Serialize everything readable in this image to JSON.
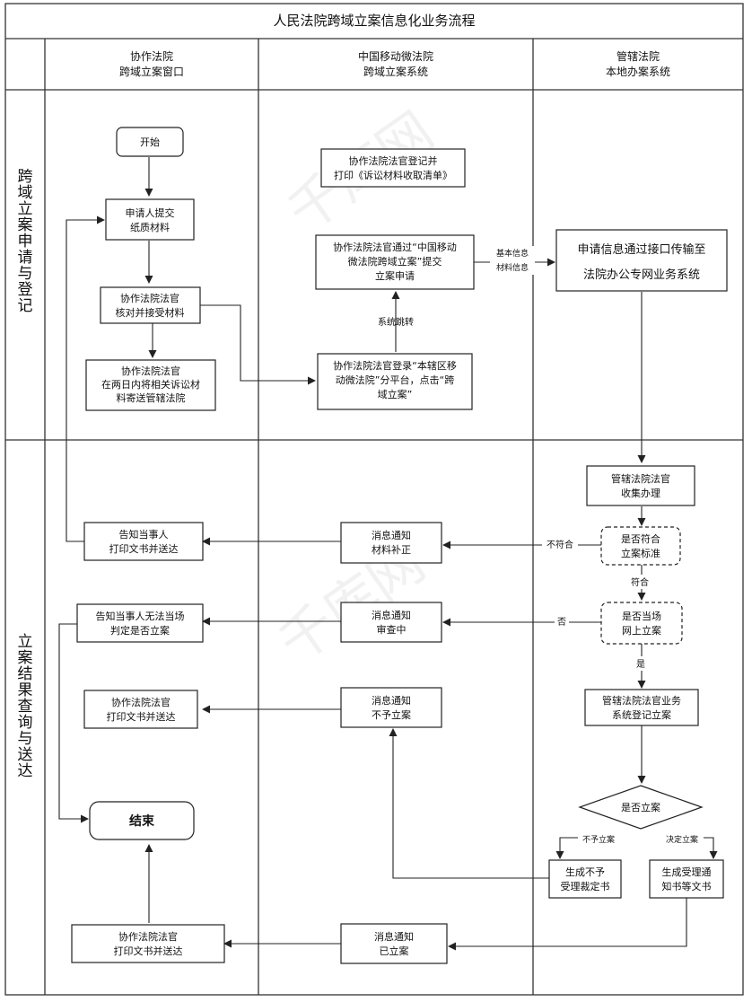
{
  "title": "人民法院跨域立案信息化业务流程",
  "lanes": [
    {
      "line1": "协作法院",
      "line2": "跨域立案窗口"
    },
    {
      "line1": "中国移动微法院",
      "line2": "跨域立案系统"
    },
    {
      "line1": "管辖法院",
      "line2": "本地办案系统"
    }
  ],
  "phases": {
    "phase1": [
      "跨",
      "域",
      "立",
      "案",
      "申",
      "请",
      "与",
      "登",
      "记"
    ],
    "phase2": [
      "立",
      "案",
      "结",
      "果",
      "查",
      "询",
      "与",
      "送",
      "达"
    ]
  },
  "nodes": {
    "start": "开始",
    "submit": [
      "申请人提交",
      "纸质材料"
    ],
    "verify": [
      "协作法院法官",
      "核对并接受材料"
    ],
    "mail": [
      "协作法院法官",
      "在两日内将相关诉讼材",
      "料寄送管辖法院"
    ],
    "register_print": [
      "协作法院法官登记并",
      "打印《诉讼材料收取清单》"
    ],
    "submit_online": [
      "协作法院法官通过“中国移动",
      "微法院跨域立案”提交",
      "立案申请"
    ],
    "login": [
      "协作法院法官登录“本辖区移",
      "动微法院”分平台，点击“跨",
      "域立案”"
    ],
    "transmit": [
      "申请信息通过接口传输至",
      "法院办公专网业务系统"
    ],
    "collect": [
      "管辖法院法官",
      "收集办理"
    ],
    "check_standard": [
      "是否符合",
      "立案标准"
    ],
    "check_onsite": [
      "是否当场",
      "网上立案"
    ],
    "local_register": [
      "管辖法院法官业务",
      "系统登记立案"
    ],
    "decide": "是否立案",
    "reject_ruling": [
      "生成不予",
      "受理裁定书"
    ],
    "accept_notice": [
      "生成受理通",
      "知书等文书"
    ],
    "msg_correct": [
      "消息通知",
      "材料补正"
    ],
    "msg_review": [
      "消息通知",
      "审查中"
    ],
    "msg_reject": [
      "消息通知",
      "不予立案"
    ],
    "msg_filed": [
      "消息通知",
      "已立案"
    ],
    "notify_party": [
      "告知当事人",
      "打印文书并送达"
    ],
    "notify_cannot": [
      "告知当事人无法当场",
      "判定是否立案"
    ],
    "print_reject": [
      "协作法院法官",
      "打印文书并送达"
    ],
    "end": "结束",
    "print_filed": [
      "协作法院法官",
      "打印文书并送达"
    ]
  },
  "edge_labels": {
    "system_jump": "系统跳转",
    "basic_info": "基本信息",
    "material_info": "材料信息",
    "nonconform": "不符合",
    "conform": "符合",
    "no": "否",
    "yes": "是",
    "not_file": "不予立案",
    "decide_file": "决定立案"
  },
  "watermark": "千库网"
}
